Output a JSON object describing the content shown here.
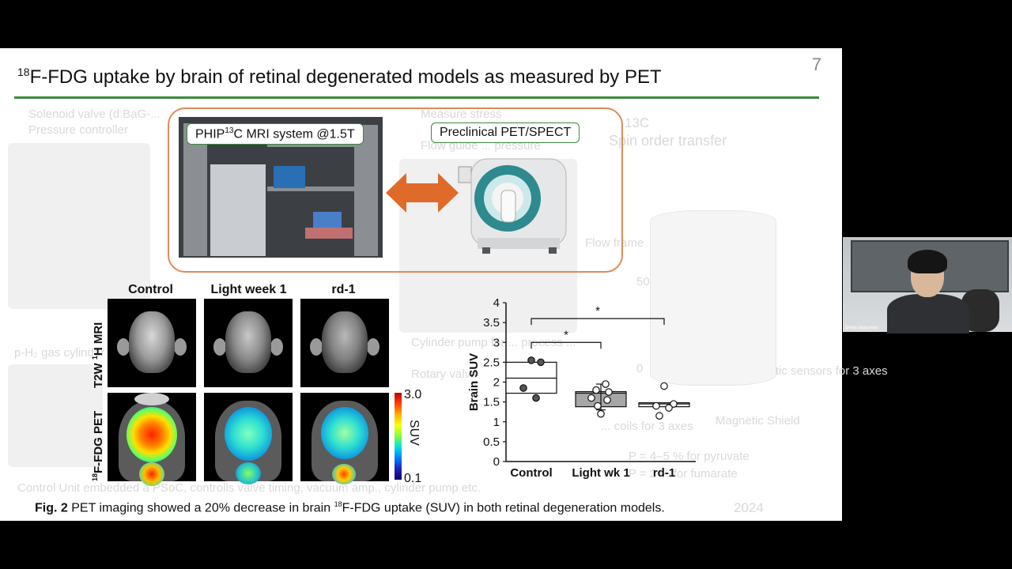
{
  "slide": {
    "title_sup": "18",
    "title_text": "F-FDG uptake by brain of retinal degenerated models as measured by PET",
    "page_number": "7",
    "label_mri_pre": "PHIP",
    "label_mri_sup": "13",
    "label_mri_post": "C MRI system @1.5T",
    "label_pet": "Preclinical PET/SPECT",
    "columns": [
      "Control",
      "Light week 1",
      "rd-1"
    ],
    "row_mri_pre": "T2W ",
    "row_mri_sup": "1",
    "row_mri_post": "H MRI",
    "row_pet_sup": "18",
    "row_pet_post": "F-FDG PET",
    "colorbar_max": "3.0",
    "colorbar_min": "0.1",
    "colorbar_title": "SUV",
    "caption_bold": "Fig. 2",
    "caption_pre": " PET imaging showed a 20% decrease in brain ",
    "caption_sup": "18",
    "caption_post": "F-FDG uptake (SUV) in both retinal degeneration models."
  },
  "background_ghost_text": {
    "g1": "Solenoid valve (d:BaG-...",
    "g2": "Pressure controller",
    "g3": "Measure stress",
    "g4": "Flow guide ... pressure",
    "g5": "13C",
    "g6": "Spin order transfer",
    "g7": "p-H₂ gas cylinder",
    "g8": "Cylinder pump for ... process ...",
    "g9": "Rotary valve",
    "g10": "Flow frame",
    "g11": "Magnetic sensors for 3 axes",
    "g12": "Magnetic Shield",
    "g13": "... coils for 3 axes",
    "g14": "P = 4–5 % for pyruvate",
    "g15": "P = 2 % for fumarate",
    "g16": "Control Unit embedded a PSoC, controlls valve timing, vacuum amp., cylinder pump etc.",
    "g17": "2024",
    "g18": "50",
    "g19": "0"
  },
  "webcam": {
    "name": "Shingo Matsumoto"
  },
  "chart_data": {
    "type": "box",
    "ylabel": "Brain SUV",
    "xlabel": "",
    "ylim": [
      0,
      4
    ],
    "yticks": [
      "0",
      "0.5",
      "1",
      "1.5",
      "2",
      "2.5",
      "3",
      "3.5",
      "4"
    ],
    "categories": [
      "Control",
      "Light wk 1",
      "rd-1"
    ],
    "boxes": [
      {
        "q1": 1.72,
        "median": 2.1,
        "q3": 2.5,
        "fill": "#ffffff"
      },
      {
        "q1": 1.38,
        "median": 1.72,
        "q3": 1.76,
        "fill": "#a6a6a6"
      },
      {
        "q1": 1.38,
        "median": 1.45,
        "q3": 1.48,
        "fill": "#ffffff"
      }
    ],
    "error_bars": [
      null,
      {
        "low": 1.3,
        "high": 1.95
      },
      null
    ],
    "points": [
      {
        "category": 0,
        "values": [
          2.55,
          2.5,
          1.85,
          1.6
        ],
        "filled": true
      },
      {
        "category": 1,
        "values": [
          1.95,
          1.8,
          1.75,
          1.6,
          1.55,
          1.4,
          1.2
        ],
        "filled": false
      },
      {
        "category": 2,
        "values": [
          1.9,
          1.45,
          1.4,
          1.35,
          1.15
        ],
        "filled": false
      }
    ],
    "significance": [
      {
        "from": 0,
        "to": 1,
        "label": "*",
        "y": 3.0
      },
      {
        "from": 0,
        "to": 2,
        "label": "*",
        "y": 3.6
      }
    ],
    "grid": false,
    "legend": "none"
  }
}
